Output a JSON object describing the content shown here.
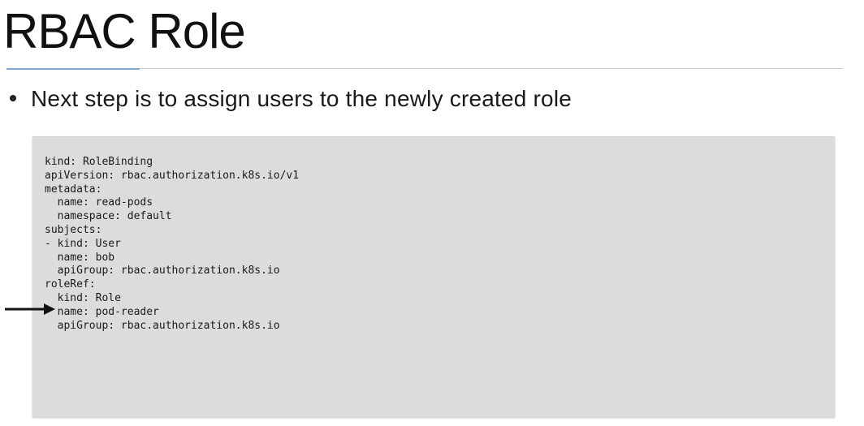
{
  "slide": {
    "title": "RBAC Role",
    "bullets": [
      "Next step is to assign users to the newly created role"
    ]
  },
  "code": {
    "lines": [
      "kind: RoleBinding",
      "apiVersion: rbac.authorization.k8s.io/v1",
      "metadata:",
      "  name: read-pods",
      "  namespace: default",
      "subjects:",
      "- kind: User",
      "  name: bob",
      "  apiGroup: rbac.authorization.k8s.io",
      "roleRef:",
      "  kind: Role",
      "  name: pod-reader",
      "  apiGroup: rbac.authorization.k8s.io"
    ]
  },
  "colors": {
    "accent_rule": "#7fa7cf",
    "code_background": "#dcdcde"
  },
  "icons": {
    "pointer": "arrow-right-icon"
  }
}
